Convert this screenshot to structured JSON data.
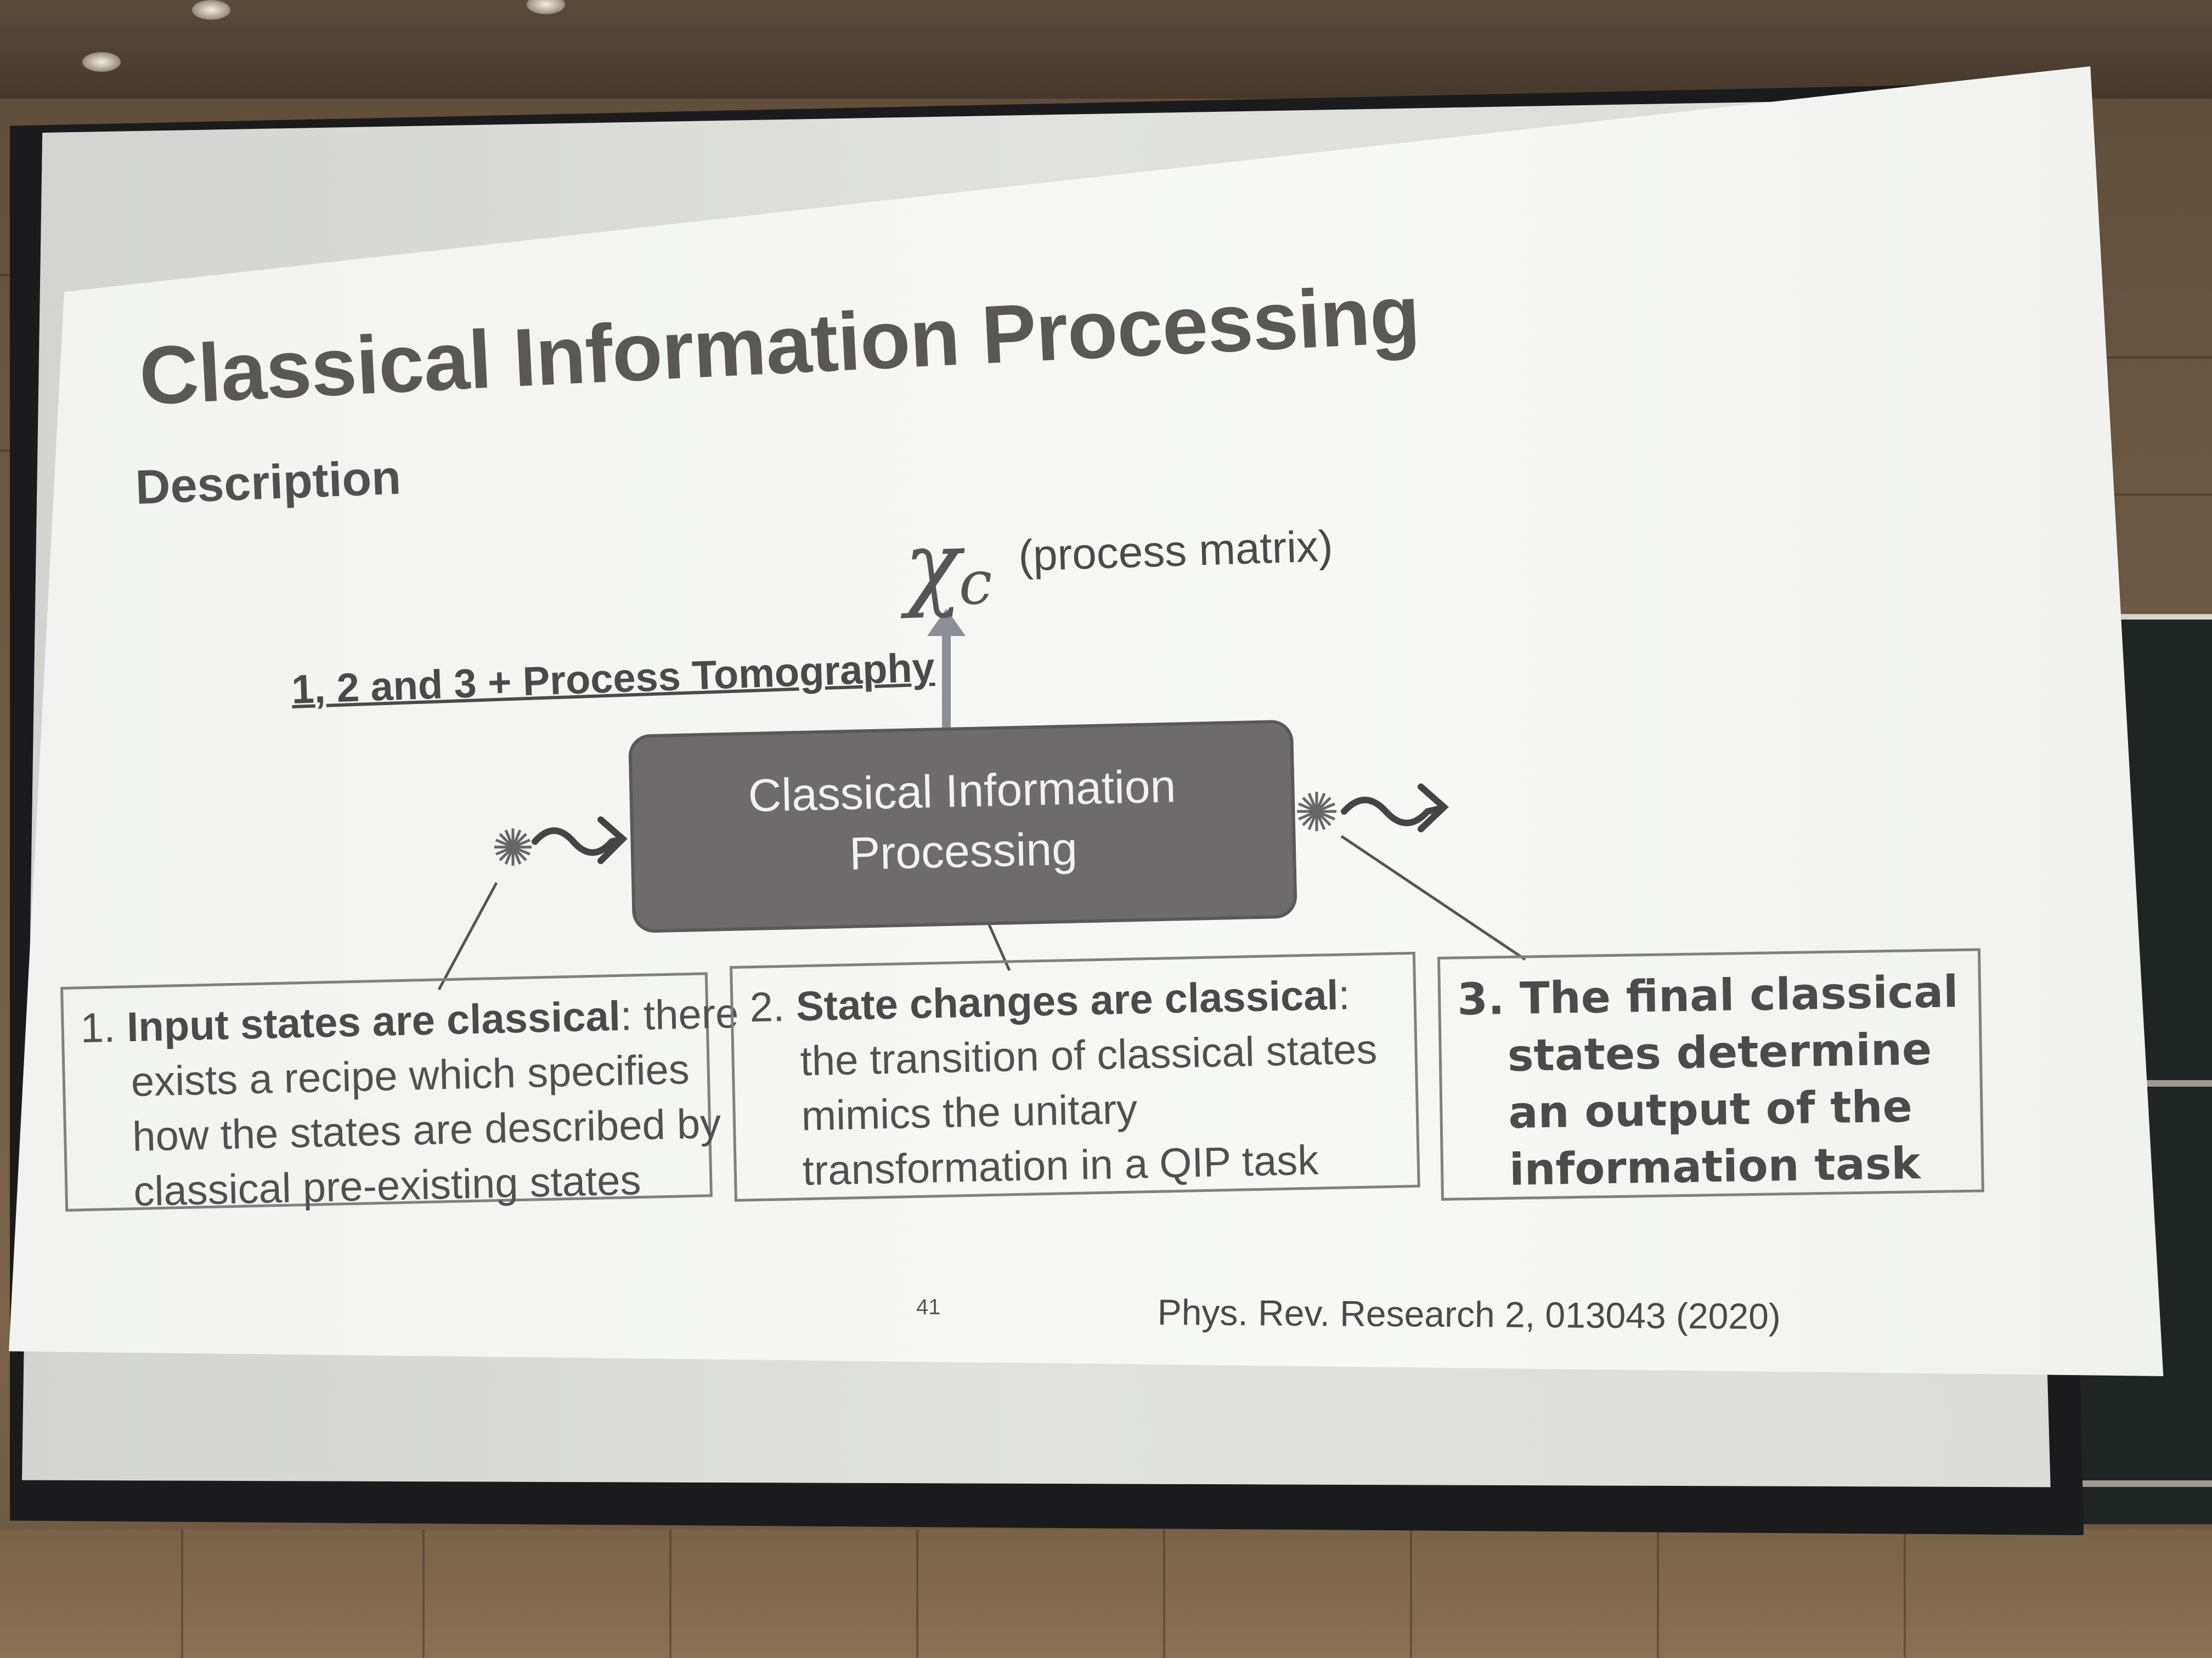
{
  "slide": {
    "title": "Classical Information Processing",
    "subtitle": "Description",
    "chi_symbol": "χ",
    "chi_subscript": "c",
    "process_matrix_label": "(process matrix)",
    "tomography_label": "1, 2 and 3 + Process Tomography",
    "center_box": {
      "line1": "Classical Information",
      "line2": "Processing"
    },
    "box1": {
      "number": "1.",
      "bold": "Input states are classical",
      "line1_rest": ": there",
      "line2": "exists a recipe which specifies",
      "line3": "how the states are described by",
      "line4": "classical pre-existing states"
    },
    "box2": {
      "number": "2.",
      "bold": "State changes are classical",
      "line1_rest": ":",
      "line2": "the transition of classical states",
      "line3": "mimics the unitary",
      "line4": "transformation in a QIP task"
    },
    "box3": {
      "number": "3.",
      "line1": "The final classical",
      "line2": "states determine",
      "line3": "an output of the",
      "line4": "information task"
    },
    "page_number": "41",
    "citation": "Phys. Rev. Research 2, 013043 (2020)"
  },
  "colors": {
    "slide_background": "#f4f5f3",
    "center_box_fill": "#6d6b6b",
    "text": "#4a4a4a"
  },
  "icons": [
    "starburst-icon",
    "wavy-arrow-icon",
    "up-arrow-icon"
  ]
}
